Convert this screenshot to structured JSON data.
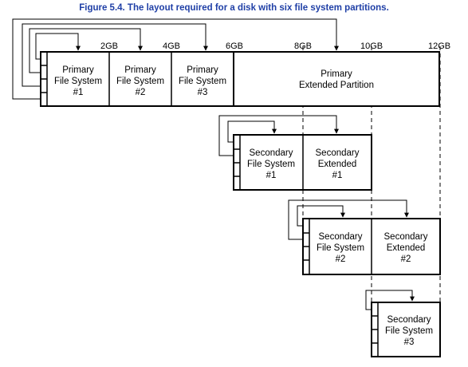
{
  "caption": "Figure 5.4. The layout required for a disk with six file system partitions.",
  "ticks": [
    "2GB",
    "4GB",
    "6GB",
    "8GB",
    "10GB",
    "12GB"
  ],
  "disk": {
    "partitions": [
      {
        "line1": "Primary",
        "line2": "File System",
        "line3": "#1"
      },
      {
        "line1": "Primary",
        "line2": "File System",
        "line3": "#2"
      },
      {
        "line1": "Primary",
        "line2": "File System",
        "line3": "#3"
      },
      {
        "line1": "Primary",
        "line2": "Extended Partition",
        "line3": ""
      }
    ]
  },
  "extended_1": {
    "partitions": [
      {
        "line1": "Secondary",
        "line2": "File System",
        "line3": "#1"
      },
      {
        "line1": "Secondary",
        "line2": "Extended",
        "line3": "#1"
      }
    ]
  },
  "extended_2": {
    "partitions": [
      {
        "line1": "Secondary",
        "line2": "File System",
        "line3": "#2"
      },
      {
        "line1": "Secondary",
        "line2": "Extended",
        "line3": "#2"
      }
    ]
  },
  "extended_3": {
    "partitions": [
      {
        "line1": "Secondary",
        "line2": "File System",
        "line3": "#3"
      }
    ]
  }
}
